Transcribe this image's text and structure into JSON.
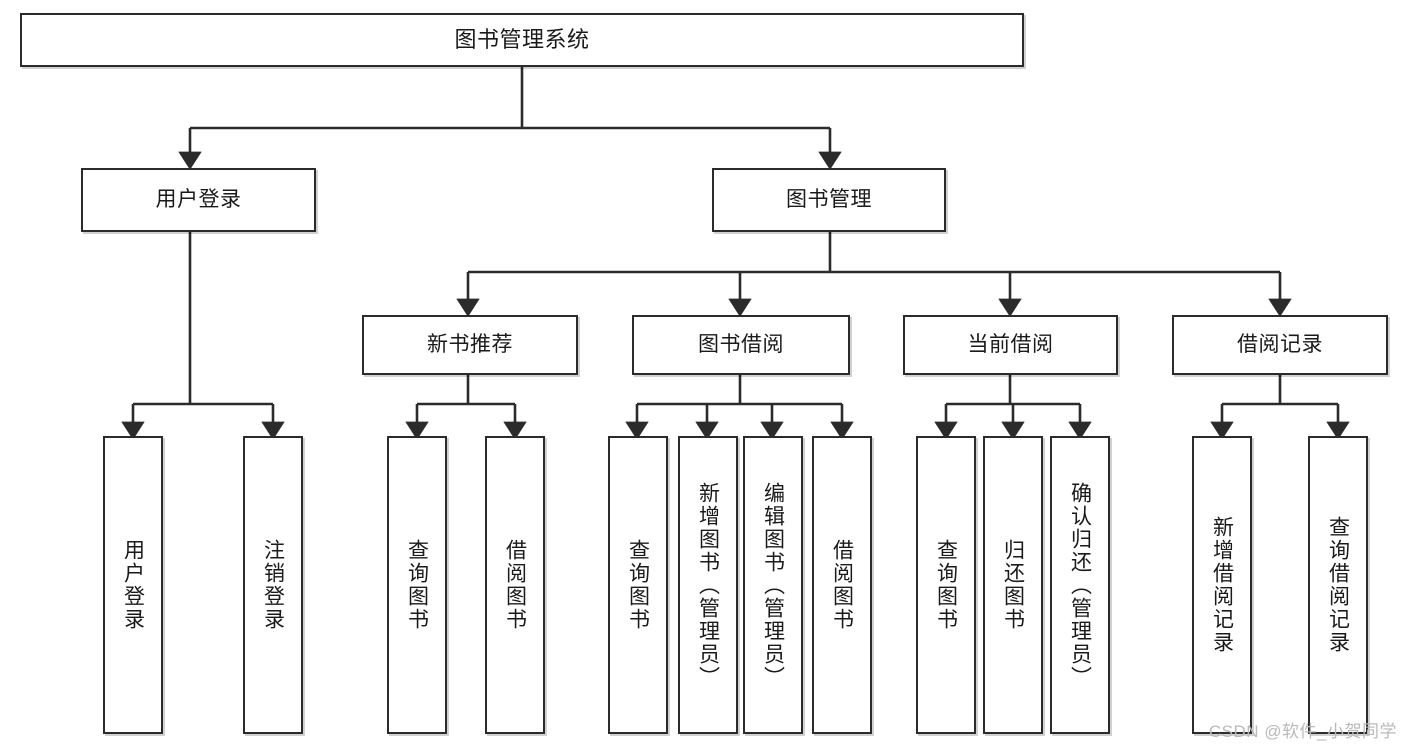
{
  "diagram": {
    "title": "图书管理系统",
    "type": "tree-hierarchy-chart",
    "watermark": "CSDN @软件_小贺同学",
    "colors": {
      "box_border": "#2b2b2b",
      "box_fill": "#ffffff",
      "connector": "#2b2b2b",
      "text": "#1a1a1a",
      "watermark": "#b9b9b9"
    },
    "levels": {
      "level1": [
        {
          "id": "root",
          "label": "图书管理系统"
        }
      ],
      "level2": [
        {
          "id": "user-login",
          "label": "用户登录"
        },
        {
          "id": "book-management",
          "label": "图书管理"
        }
      ],
      "level3": [
        {
          "id": "new-book-recommend",
          "label": "新书推荐",
          "parent": "book-management"
        },
        {
          "id": "book-borrow",
          "label": "图书借阅",
          "parent": "book-management"
        },
        {
          "id": "current-borrow",
          "label": "当前借阅",
          "parent": "book-management"
        },
        {
          "id": "borrow-record",
          "label": "借阅记录",
          "parent": "book-management"
        }
      ],
      "leaves": [
        {
          "id": "leaf-user-login",
          "label": "用户登录",
          "parent": "user-login"
        },
        {
          "id": "leaf-logout-login",
          "label": "注销登录",
          "parent": "user-login"
        },
        {
          "id": "leaf-query-book-1",
          "label": "查询图书",
          "parent": "new-book-recommend"
        },
        {
          "id": "leaf-borrow-book-1",
          "label": "借阅图书",
          "parent": "new-book-recommend"
        },
        {
          "id": "leaf-query-book-2",
          "label": "查询图书",
          "parent": "book-borrow"
        },
        {
          "id": "leaf-add-book",
          "label": "新增图书（管理员）",
          "parent": "book-borrow"
        },
        {
          "id": "leaf-edit-book",
          "label": "编辑图书（管理员）",
          "parent": "book-borrow"
        },
        {
          "id": "leaf-borrow-book-2",
          "label": "借阅图书",
          "parent": "book-borrow"
        },
        {
          "id": "leaf-query-book-3",
          "label": "查询图书",
          "parent": "current-borrow"
        },
        {
          "id": "leaf-return-book",
          "label": "归还图书",
          "parent": "current-borrow"
        },
        {
          "id": "leaf-confirm-return",
          "label": "确认归还（管理员）",
          "parent": "current-borrow"
        },
        {
          "id": "leaf-add-record",
          "label": "新增借阅记录",
          "parent": "borrow-record"
        },
        {
          "id": "leaf-query-record",
          "label": "查询借阅记录",
          "parent": "borrow-record"
        }
      ]
    }
  }
}
